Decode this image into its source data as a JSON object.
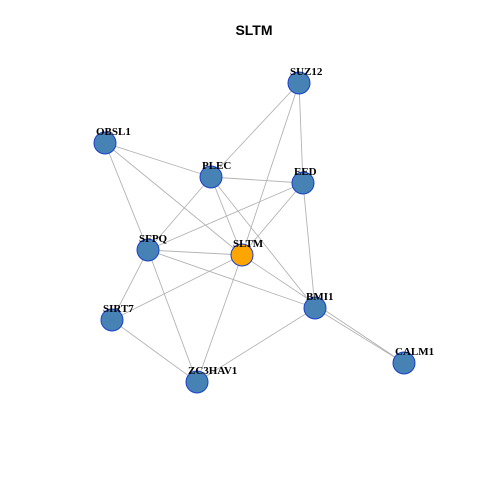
{
  "title": "SLTM",
  "colors": {
    "node_default": "#4682b4",
    "node_focus": "#ffa500",
    "node_border": "#1a3fcc",
    "edge": "#b3b3b3"
  },
  "nodes": [
    {
      "id": "SUZ12",
      "label": "SUZ12",
      "focus": false
    },
    {
      "id": "OBSL1",
      "label": "OBSL1",
      "focus": false
    },
    {
      "id": "PLEC",
      "label": "PLEC",
      "focus": false
    },
    {
      "id": "EED",
      "label": "EED",
      "focus": false
    },
    {
      "id": "SFPQ",
      "label": "SFPQ",
      "focus": false
    },
    {
      "id": "SLTM",
      "label": "SLTM",
      "focus": true
    },
    {
      "id": "BMI1",
      "label": "BMI1",
      "focus": false
    },
    {
      "id": "SIRT7",
      "label": "SIRT7",
      "focus": false
    },
    {
      "id": "CALM1",
      "label": "CALM1",
      "focus": false
    },
    {
      "id": "ZC3HAV1",
      "label": "ZC3HAV1",
      "focus": false
    }
  ],
  "edges": [
    [
      "SUZ12",
      "PLEC"
    ],
    [
      "SUZ12",
      "EED"
    ],
    [
      "SUZ12",
      "SLTM"
    ],
    [
      "OBSL1",
      "PLEC"
    ],
    [
      "OBSL1",
      "SFPQ"
    ],
    [
      "OBSL1",
      "SLTM"
    ],
    [
      "PLEC",
      "EED"
    ],
    [
      "PLEC",
      "SFPQ"
    ],
    [
      "PLEC",
      "SLTM"
    ],
    [
      "PLEC",
      "BMI1"
    ],
    [
      "EED",
      "SFPQ"
    ],
    [
      "EED",
      "SLTM"
    ],
    [
      "EED",
      "BMI1"
    ],
    [
      "SFPQ",
      "SLTM"
    ],
    [
      "SFPQ",
      "SIRT7"
    ],
    [
      "SFPQ",
      "ZC3HAV1"
    ],
    [
      "SFPQ",
      "BMI1"
    ],
    [
      "SLTM",
      "SIRT7"
    ],
    [
      "SLTM",
      "ZC3HAV1"
    ],
    [
      "SLTM",
      "CALM1"
    ],
    [
      "BMI1",
      "CALM1"
    ],
    [
      "BMI1",
      "ZC3HAV1"
    ],
    [
      "SIRT7",
      "ZC3HAV1"
    ]
  ]
}
